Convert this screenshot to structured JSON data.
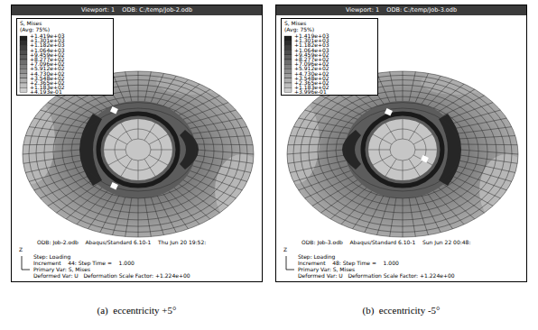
{
  "diagram": {
    "nodes": [
      {
        "text": [
          "Viewport: 1    ODB: C:/temp/Job-2.odb"
        ]
      },
      {
        "text": [
          "S, Mises",
          "(Avg: 75%)"
        ],
        "in": 0
      },
      {
        "text": [
          "Viewport: 1    ODB: C:/temp/Job-3.odb"
        ]
      },
      {
        "text": [
          "S, Mises",
          "(Avg: 75%)"
        ],
        "in": 2
      }
    ],
    "labels": [
      "+1.419e+03",
      "+1.301e+03",
      "+1.182e+03",
      "+1.064e+03",
      "+9.459e+02",
      "+8.277e+02",
      "+7.096e+02",
      "+5.912e+02",
      "+4.730e+02",
      "+3.548e+02",
      "+2.365e+02",
      "+1.183e+02",
      "+4.193e-01",
      "ODB: Job-2.odb    Abaqus/Standard 6.10-1    Thu Jun 20 19:52:",
      "Step: Loading",
      "Increment    44: Step Time =    1.000",
      "Primary Var: S, Mises",
      "Deformed Var: U   Deformation Scale Factor: +1.224e+00",
      "Z",
      "+1.419e+03",
      "+1.301e+03",
      "+1.182e+03",
      "+1.064e+03",
      "+9.459e+02",
      "+8.277e+02",
      "+7.096e+02",
      "+5.912e+02",
      "+4.730e+02",
      "+3.548e+02",
      "+2.365e+02",
      "+1.183e+02",
      "+3.996e-01",
      "ODB: Job-3.odb    Abaqus/Standard 6.10-1    Sun Jun 22 00:48:",
      "Step: Loading",
      "Increment    48: Step Time =    1.000",
      "Primary Var: S, Mises",
      "Deformed Var: U   Deformation Scale Factor: +1.224e+00",
      "Z",
      "(a)  eccentricity +5°",
      "(b)  eccentricity -5°"
    ]
  }
}
